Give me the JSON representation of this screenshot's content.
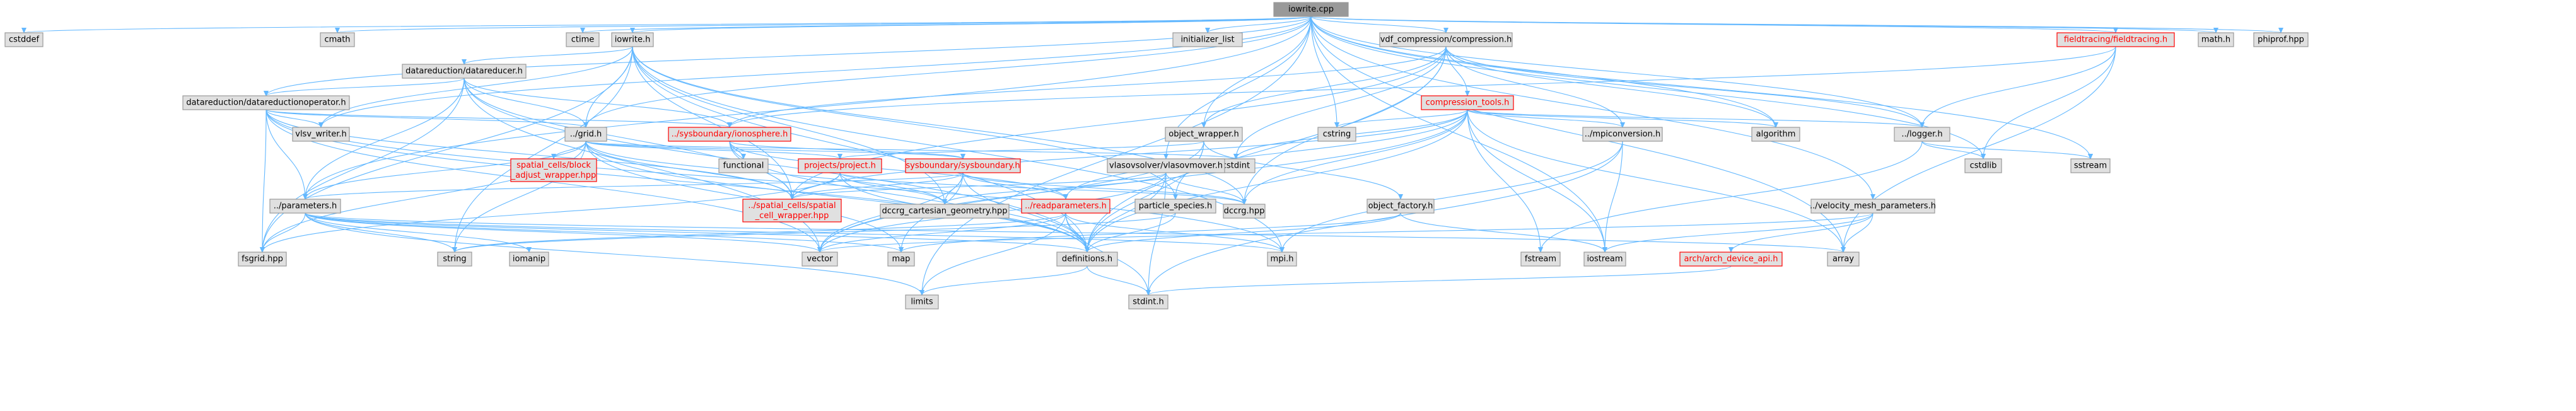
{
  "colors": {
    "root_fill": "#999999",
    "node_fill": "#e0e0e0",
    "node_stroke": "#999999",
    "red_stroke": "#ff0000",
    "text": "#000000",
    "red_text": "#ff0000",
    "edge": "#63b8ff"
  },
  "nodes": [
    {
      "id": "iowrite_cpp",
      "label": "iowrite.cpp",
      "kind": "root"
    },
    {
      "id": "cstddef",
      "label": "cstddef",
      "kind": "plain"
    },
    {
      "id": "cmath",
      "label": "cmath",
      "kind": "plain"
    },
    {
      "id": "ctime",
      "label": "ctime",
      "kind": "plain"
    },
    {
      "id": "iowrite_h",
      "label": "iowrite.h",
      "kind": "plain"
    },
    {
      "id": "initializer_list",
      "label": "initializer_list",
      "kind": "plain"
    },
    {
      "id": "vdf_compression",
      "label": "vdf_compression/compression.h",
      "kind": "plain"
    },
    {
      "id": "fieldtracing",
      "label": "fieldtracing/fieldtracing.h",
      "kind": "red"
    },
    {
      "id": "math_h",
      "label": "math.h",
      "kind": "plain"
    },
    {
      "id": "phiprof",
      "label": "phiprof.hpp",
      "kind": "plain"
    },
    {
      "id": "datareducer",
      "label": "datareduction/datareducer.h",
      "kind": "plain"
    },
    {
      "id": "datareductionoperator",
      "label": "datareduction/datareductionoperator.h",
      "kind": "plain"
    },
    {
      "id": "compression_tools",
      "label": "compression_tools.h",
      "kind": "red"
    },
    {
      "id": "vlsv_writer",
      "label": "vlsv_writer.h",
      "kind": "plain"
    },
    {
      "id": "sysb_ionosphere",
      "label": "../sysboundary/ionosphere.h",
      "kind": "red"
    },
    {
      "id": "grid",
      "label": "../grid.h",
      "kind": "plain"
    },
    {
      "id": "cstring",
      "label": "cstring",
      "kind": "plain"
    },
    {
      "id": "mpiconversion",
      "label": "../mpiconversion.h",
      "kind": "plain"
    },
    {
      "id": "algorithm",
      "label": "algorithm",
      "kind": "plain"
    },
    {
      "id": "logger",
      "label": "../logger.h",
      "kind": "plain"
    },
    {
      "id": "object_wrapper",
      "label": "object_wrapper.h",
      "kind": "plain"
    },
    {
      "id": "functional",
      "label": "functional",
      "kind": "plain"
    },
    {
      "id": "spatial_block",
      "label": "spatial_cells/block\n_adjust_wrapper.hpp",
      "kind": "red"
    },
    {
      "id": "projects_project",
      "label": "projects/project.h",
      "kind": "red"
    },
    {
      "id": "sysb_sysboundary",
      "label": "sysboundary/sysboundary.h",
      "kind": "red"
    },
    {
      "id": "cstdint",
      "label": "cstdint",
      "kind": "plain"
    },
    {
      "id": "vlasovmover",
      "label": "vlasovsolver/vlasovmover.h",
      "kind": "plain"
    },
    {
      "id": "sstream",
      "label": "sstream",
      "kind": "plain"
    },
    {
      "id": "cstdlib",
      "label": "cstdlib",
      "kind": "plain"
    },
    {
      "id": "parameters",
      "label": "../parameters.h",
      "kind": "plain"
    },
    {
      "id": "spatial_cell_wrapper",
      "label": "../spatial_cells/spatial\n_cell_wrapper.hpp",
      "kind": "red"
    },
    {
      "id": "dccrg_cartesian",
      "label": "dccrg_cartesian_geometry.hpp",
      "kind": "plain"
    },
    {
      "id": "readparameters",
      "label": "../readparameters.h",
      "kind": "red"
    },
    {
      "id": "dccrg",
      "label": "dccrg.hpp",
      "kind": "plain"
    },
    {
      "id": "particle_species",
      "label": "particle_species.h",
      "kind": "plain"
    },
    {
      "id": "object_factory",
      "label": "object_factory.h",
      "kind": "plain"
    },
    {
      "id": "velocity_mesh",
      "label": "../velocity_mesh_parameters.h",
      "kind": "plain"
    },
    {
      "id": "fsgrid",
      "label": "fsgrid.hpp",
      "kind": "plain"
    },
    {
      "id": "string",
      "label": "string",
      "kind": "plain"
    },
    {
      "id": "iomanip",
      "label": "iomanip",
      "kind": "plain"
    },
    {
      "id": "vector",
      "label": "vector",
      "kind": "plain"
    },
    {
      "id": "map",
      "label": "map",
      "kind": "plain"
    },
    {
      "id": "definitions",
      "label": "definitions.h",
      "kind": "plain"
    },
    {
      "id": "mpi_h",
      "label": "mpi.h",
      "kind": "plain"
    },
    {
      "id": "fstream",
      "label": "fstream",
      "kind": "plain"
    },
    {
      "id": "iostream",
      "label": "iostream",
      "kind": "plain"
    },
    {
      "id": "arch_device",
      "label": "arch/arch_device_api.h",
      "kind": "red"
    },
    {
      "id": "array",
      "label": "array",
      "kind": "plain"
    },
    {
      "id": "limits",
      "label": "limits",
      "kind": "plain"
    },
    {
      "id": "stdint_h",
      "label": "stdint.h",
      "kind": "plain"
    }
  ],
  "edges": [
    [
      "iowrite_cpp",
      "cstddef"
    ],
    [
      "iowrite_cpp",
      "cmath"
    ],
    [
      "iowrite_cpp",
      "ctime"
    ],
    [
      "iowrite_cpp",
      "iowrite_h"
    ],
    [
      "iowrite_cpp",
      "initializer_list"
    ],
    [
      "iowrite_cpp",
      "vdf_compression"
    ],
    [
      "iowrite_cpp",
      "fieldtracing"
    ],
    [
      "iowrite_cpp",
      "math_h"
    ],
    [
      "iowrite_cpp",
      "phiprof"
    ],
    [
      "iowrite_cpp",
      "sstream"
    ],
    [
      "iowrite_cpp",
      "array"
    ],
    [
      "iowrite_cpp",
      "cstring"
    ],
    [
      "iowrite_cpp",
      "object_wrapper"
    ],
    [
      "iowrite_cpp",
      "vlasovmover"
    ],
    [
      "iowrite_cpp",
      "velocity_mesh"
    ],
    [
      "iowrite_cpp",
      "iostream"
    ],
    [
      "iowrite_cpp",
      "limits"
    ],
    [
      "iowrite_cpp",
      "datareductionoperator"
    ],
    [
      "iowrite_cpp",
      "grid"
    ],
    [
      "iowrite_cpp",
      "vlsv_writer"
    ],
    [
      "iowrite_cpp",
      "parameters"
    ],
    [
      "iowrite_cpp",
      "logger"
    ],
    [
      "iowrite_cpp",
      "algorithm"
    ],
    [
      "iowrite_cpp",
      "cstdlib"
    ],
    [
      "iowrite_h",
      "datareducer"
    ],
    [
      "iowrite_h",
      "grid"
    ],
    [
      "iowrite_h",
      "mpi_h"
    ],
    [
      "iowrite_h",
      "dccrg"
    ],
    [
      "iowrite_h",
      "dccrg_cartesian"
    ],
    [
      "iowrite_h",
      "spatial_cell_wrapper"
    ],
    [
      "iowrite_h",
      "string"
    ],
    [
      "iowrite_h",
      "vlsv_writer"
    ],
    [
      "iowrite_h",
      "fsgrid"
    ],
    [
      "iowrite_h",
      "definitions"
    ],
    [
      "iowrite_h",
      "particle_species"
    ],
    [
      "datareducer",
      "datareductionoperator"
    ],
    [
      "datareducer",
      "grid"
    ],
    [
      "datareducer",
      "sysb_ionosphere"
    ],
    [
      "datareducer",
      "vector"
    ],
    [
      "datareducer",
      "fsgrid"
    ],
    [
      "datareducer",
      "spatial_cell_wrapper"
    ],
    [
      "datareducer",
      "definitions"
    ],
    [
      "datareducer",
      "parameters"
    ],
    [
      "datareductionoperator",
      "vlsv_writer"
    ],
    [
      "datareductionoperator",
      "sysb_ionosphere"
    ],
    [
      "datareductionoperator",
      "grid"
    ],
    [
      "datareductionoperator",
      "fsgrid"
    ],
    [
      "datareductionoperator",
      "parameters"
    ],
    [
      "datareductionoperator",
      "spatial_cell_wrapper"
    ],
    [
      "datareductionoperator",
      "vector"
    ],
    [
      "datareductionoperator",
      "mpi_h"
    ],
    [
      "datareductionoperator",
      "definitions"
    ],
    [
      "vdf_compression",
      "compression_tools"
    ],
    [
      "vdf_compression",
      "mpiconversion"
    ],
    [
      "vdf_compression",
      "logger"
    ],
    [
      "vdf_compression",
      "object_wrapper"
    ],
    [
      "vdf_compression",
      "sysb_ionosphere"
    ],
    [
      "vdf_compression",
      "spatial_cell_wrapper"
    ],
    [
      "vdf_compression",
      "cstdint"
    ],
    [
      "vdf_compression",
      "dccrg"
    ],
    [
      "vdf_compression",
      "definitions"
    ],
    [
      "vdf_compression",
      "algorithm"
    ],
    [
      "compression_tools",
      "algorithm"
    ],
    [
      "compression_tools",
      "logger"
    ],
    [
      "compression_tools",
      "mpiconversion"
    ],
    [
      "compression_tools",
      "cstring"
    ],
    [
      "compression_tools",
      "cstdint"
    ],
    [
      "compression_tools",
      "array"
    ],
    [
      "compression_tools",
      "fstream"
    ],
    [
      "compression_tools",
      "iostream"
    ],
    [
      "compression_tools",
      "spatial_cell_wrapper"
    ],
    [
      "compression_tools",
      "dccrg"
    ],
    [
      "compression_tools",
      "definitions"
    ],
    [
      "compression_tools",
      "readparameters"
    ],
    [
      "compression_tools",
      "vector"
    ],
    [
      "fieldtracing",
      "logger"
    ],
    [
      "fieldtracing",
      "cstdlib"
    ],
    [
      "fieldtracing",
      "array"
    ],
    [
      "fieldtracing",
      "sysb_ionosphere"
    ],
    [
      "sysb_ionosphere",
      "functional"
    ],
    [
      "sysb_ionosphere",
      "sysb_sysboundary"
    ],
    [
      "sysb_ionosphere",
      "spatial_cell_wrapper"
    ],
    [
      "sysb_ionosphere",
      "readparameters"
    ],
    [
      "sysb_ionosphere",
      "definitions"
    ],
    [
      "grid",
      "spatial_block"
    ],
    [
      "grid",
      "projects_project"
    ],
    [
      "grid",
      "sysb_sysboundary"
    ],
    [
      "grid",
      "cstdint"
    ],
    [
      "grid",
      "parameters"
    ],
    [
      "grid",
      "spatial_cell_wrapper"
    ],
    [
      "grid",
      "dccrg_cartesian"
    ],
    [
      "grid",
      "fsgrid"
    ],
    [
      "grid",
      "definitions"
    ],
    [
      "grid",
      "string"
    ],
    [
      "grid",
      "map"
    ],
    [
      "mpiconversion",
      "mpi_h"
    ],
    [
      "mpiconversion",
      "iostream"
    ],
    [
      "mpiconversion",
      "stdint_h"
    ],
    [
      "logger",
      "sstream"
    ],
    [
      "logger",
      "fstream"
    ],
    [
      "logger",
      "cstdlib"
    ],
    [
      "object_wrapper",
      "projects_project"
    ],
    [
      "object_wrapper",
      "particle_species"
    ],
    [
      "object_wrapper",
      "object_factory"
    ],
    [
      "object_wrapper",
      "vector"
    ],
    [
      "object_wrapper",
      "definitions"
    ],
    [
      "projects_project",
      "spatial_cell_wrapper"
    ],
    [
      "projects_project",
      "dccrg"
    ],
    [
      "projects_project",
      "dccrg_cartesian"
    ],
    [
      "projects_project",
      "definitions"
    ],
    [
      "projects_project",
      "fsgrid"
    ],
    [
      "sysb_sysboundary",
      "spatial_cell_wrapper"
    ],
    [
      "sysb_sysboundary",
      "readparameters"
    ],
    [
      "sysb_sysboundary",
      "dccrg"
    ],
    [
      "sysb_sysboundary",
      "dccrg_cartesian"
    ],
    [
      "sysb_sysboundary",
      "definitions"
    ],
    [
      "sysb_sysboundary",
      "map"
    ],
    [
      "sysb_sysboundary",
      "vector"
    ],
    [
      "sysb_sysboundary",
      "parameters"
    ],
    [
      "vlasovmover",
      "spatial_cell_wrapper"
    ],
    [
      "vlasovmover",
      "dccrg"
    ],
    [
      "vlasovmover",
      "dccrg_cartesian"
    ],
    [
      "vlasovmover",
      "definitions"
    ],
    [
      "vlasovmover",
      "vector"
    ],
    [
      "vlasovmover",
      "stdint_h"
    ],
    [
      "parameters",
      "fsgrid"
    ],
    [
      "parameters",
      "string"
    ],
    [
      "parameters",
      "iomanip"
    ],
    [
      "parameters",
      "vector"
    ],
    [
      "parameters",
      "map"
    ],
    [
      "parameters",
      "definitions"
    ],
    [
      "parameters",
      "limits"
    ],
    [
      "parameters",
      "mpi_h"
    ],
    [
      "parameters",
      "array"
    ],
    [
      "readparameters",
      "string"
    ],
    [
      "readparameters",
      "vector"
    ],
    [
      "readparameters",
      "definitions"
    ],
    [
      "readparameters",
      "limits"
    ],
    [
      "readparameters",
      "mpi_h"
    ],
    [
      "readparameters",
      "stdint_h"
    ],
    [
      "particle_species",
      "string"
    ],
    [
      "particle_species",
      "definitions"
    ],
    [
      "object_factory",
      "map"
    ],
    [
      "object_factory",
      "iostream"
    ],
    [
      "object_factory",
      "definitions"
    ],
    [
      "velocity_mesh",
      "arch_device"
    ],
    [
      "velocity_mesh",
      "array"
    ],
    [
      "velocity_mesh",
      "vector"
    ],
    [
      "velocity_mesh",
      "iostream"
    ],
    [
      "arch_device",
      "stdint_h"
    ],
    [
      "definitions",
      "stdint_h"
    ],
    [
      "definitions",
      "limits"
    ]
  ]
}
